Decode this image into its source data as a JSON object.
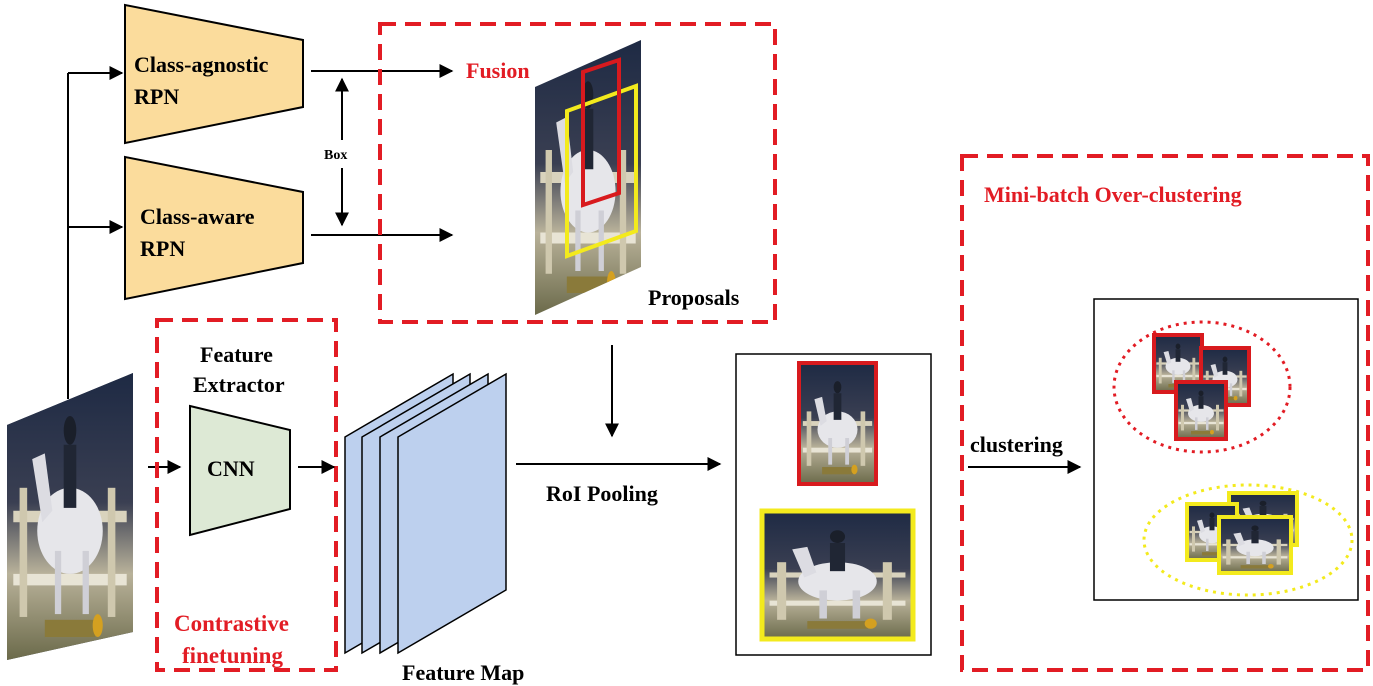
{
  "labels": {
    "class_agnostic_rpn": [
      "Class-agnostic",
      "RPN"
    ],
    "class_aware_rpn": [
      "Class-aware",
      "RPN"
    ],
    "box": "Box",
    "fusion": "Fusion",
    "proposals": "Proposals",
    "feature_extractor": [
      "Feature",
      "Extractor"
    ],
    "cnn": "CNN",
    "contrastive_finetuning": [
      "Contrastive",
      "finetuning"
    ],
    "feature_map": "Feature Map",
    "roi_pooling": "RoI Pooling",
    "clustering": "clustering",
    "mini_batch_over_clustering": "Mini-batch Over-clustering"
  },
  "colors": {
    "rpn_fill": "#fbdc9c",
    "cnn_fill": "#dde9d5",
    "feature_map_fill": "#bdd0ee",
    "highlight_red": "#e21c24",
    "box_red": "#d81a1e",
    "box_yellow": "#f3ea1d",
    "arrow": "#000000"
  },
  "icons": {
    "photo": "horse-jumping-photo-icon"
  }
}
